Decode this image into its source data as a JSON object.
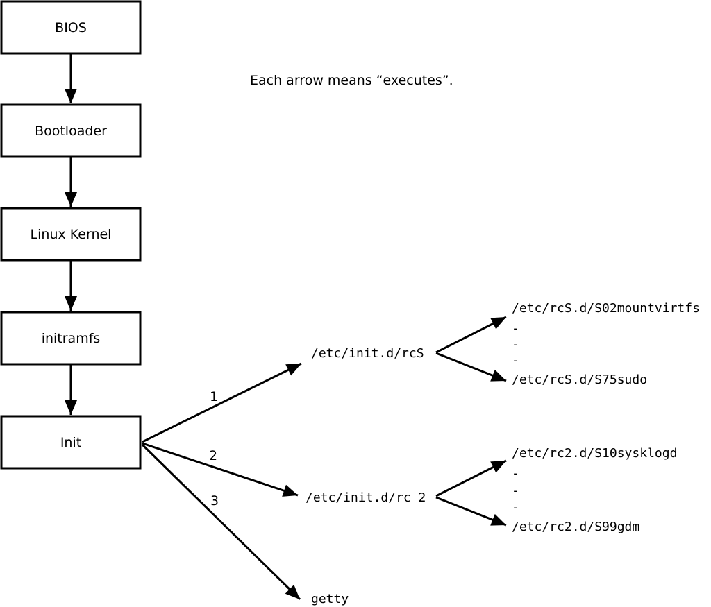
{
  "note": "Each arrow means “executes”.",
  "chain": [
    {
      "label": "BIOS"
    },
    {
      "label": "Bootloader"
    },
    {
      "label": "Linux Kernel"
    },
    {
      "label": "initramfs"
    },
    {
      "label": "Init"
    }
  ],
  "branches": [
    {
      "number": "1",
      "target": "/etc/init.d/rcS",
      "children": [
        "/etc/rcS.d/S02mountvirtfs",
        "-",
        "-",
        "-",
        "/etc/rcS.d/S75sudo"
      ]
    },
    {
      "number": "2",
      "target": "/etc/init.d/rc 2",
      "children": [
        "/etc/rc2.d/S10sysklogd",
        "-",
        "-",
        "-",
        "/etc/rc2.d/S99gdm"
      ]
    },
    {
      "number": "3",
      "target": "getty",
      "children": []
    }
  ],
  "colors": {
    "line": "#000000",
    "background": "#ffffff",
    "text": "#000000"
  }
}
